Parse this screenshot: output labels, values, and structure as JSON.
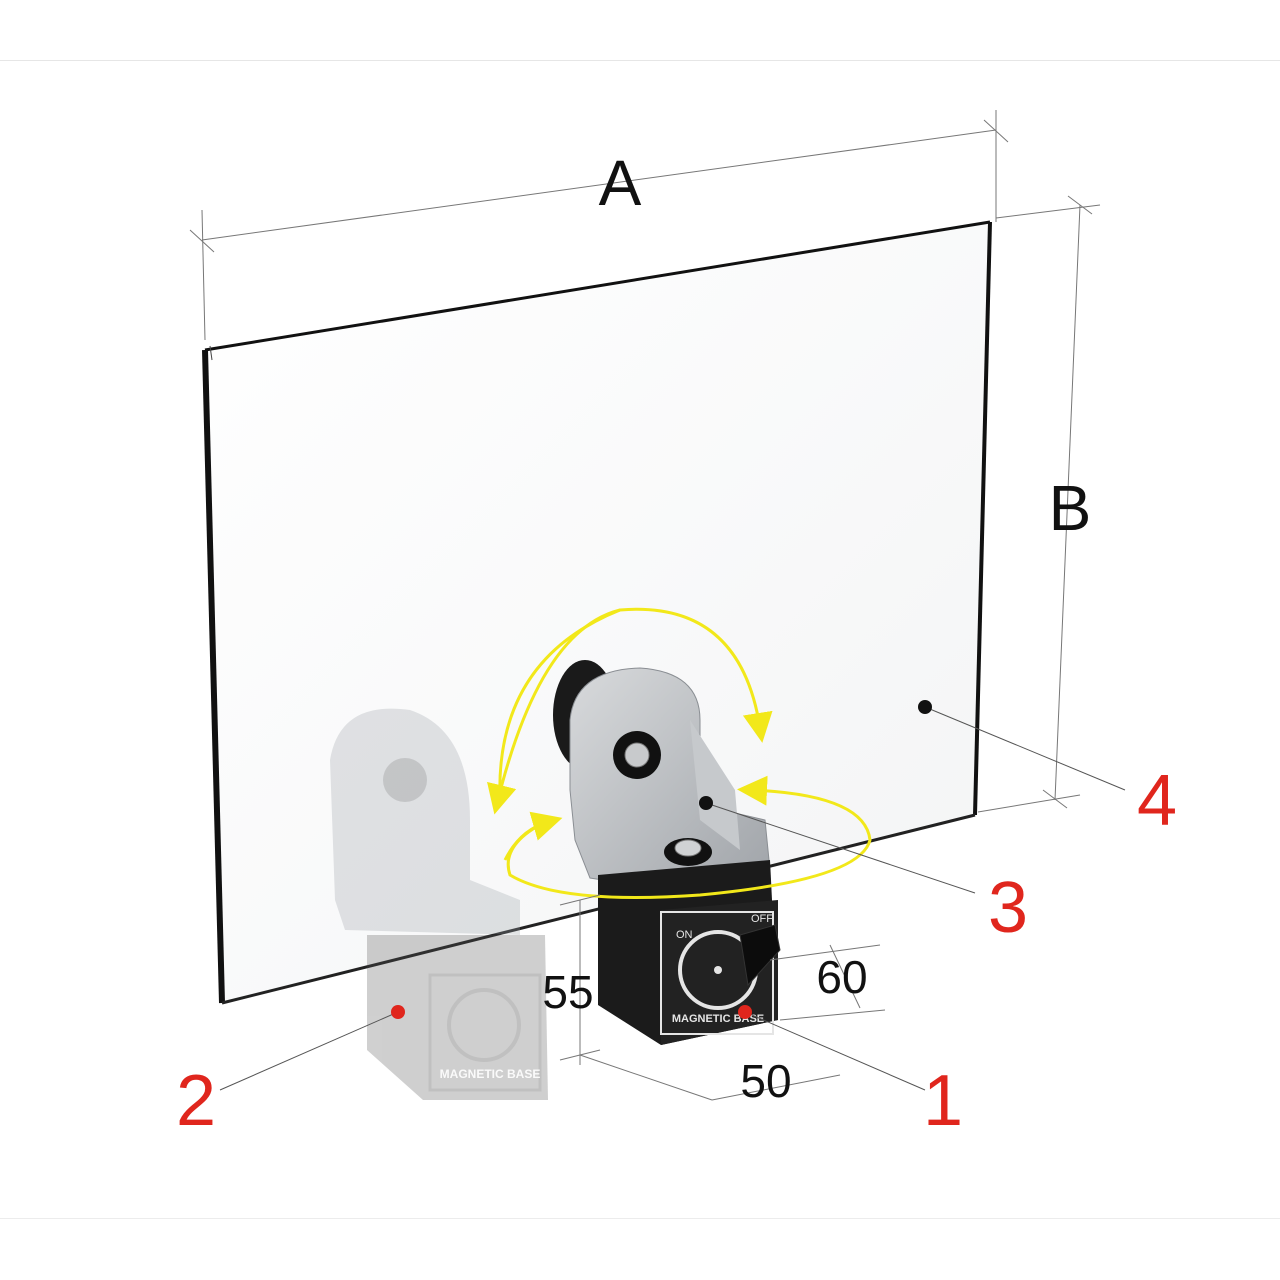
{
  "dimensions": {
    "width_label": "A",
    "height_label": "B",
    "base_height": "55",
    "base_depth": "60",
    "base_width": "50"
  },
  "callouts": [
    {
      "number": "1"
    },
    {
      "number": "2"
    },
    {
      "number": "3"
    },
    {
      "number": "4"
    }
  ],
  "base": {
    "label": "MAGNETIC BASE",
    "switch_on": "ON",
    "switch_off": "OFF"
  },
  "colors": {
    "callout_red": "#e0261d",
    "rotation_arrow": "#f2e81a",
    "dimension_line": "#777777",
    "panel_edge": "#111111",
    "base_dark": "#1b1b1b",
    "bracket_silver": "#b9bcc0"
  },
  "icons": {
    "rotate_vertical": "curved-arrow-icon",
    "rotate_horizontal": "curved-arrow-icon",
    "knob": "knob-icon"
  }
}
